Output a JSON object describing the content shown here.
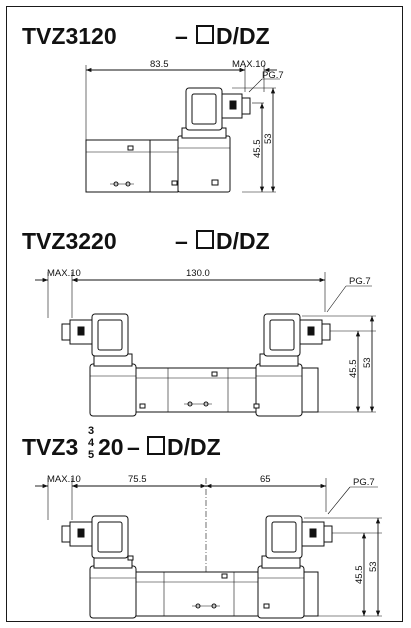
{
  "section1": {
    "title": "TVZ3120",
    "suffix": "D/DZ",
    "dims": {
      "width": "83.5",
      "max": "MAX.10",
      "pg": "PG.7",
      "h1": "45.5",
      "h2": "53"
    }
  },
  "section2": {
    "title": "TVZ3220",
    "suffix": "D/DZ",
    "dims": {
      "max": "MAX.10",
      "width": "130.0",
      "pg": "PG.7",
      "h1": "45.5",
      "h2": "53"
    }
  },
  "section3": {
    "title_prefix": "TVZ3",
    "title_stack": [
      "3",
      "4",
      "5"
    ],
    "title_suffix": "20",
    "suffix": "D/DZ",
    "dims": {
      "max": "MAX.10",
      "left": "75.5",
      "right": "65",
      "pg": "PG.7",
      "h1": "45.5",
      "h2": "53"
    }
  },
  "colors": {
    "line": "#111111",
    "background": "#ffffff"
  }
}
